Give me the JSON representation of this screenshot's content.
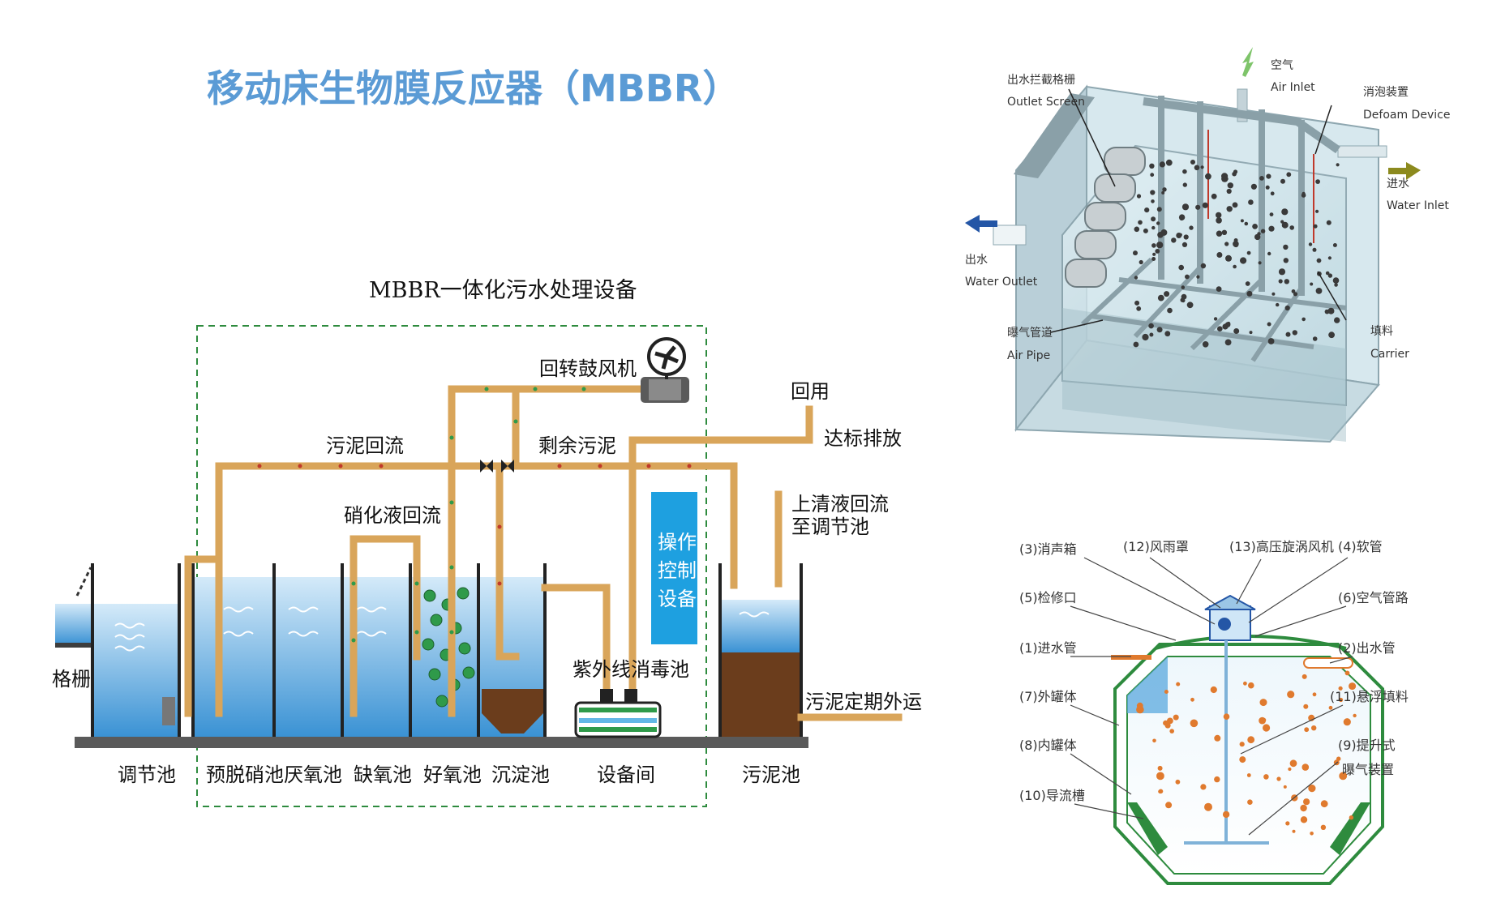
{
  "title": "移动床生物膜反应器（MBBR）",
  "process": {
    "subtitle": "MBBR一体化污水处理设备",
    "flow_labels": {
      "blower": "回转鼓风机",
      "reuse": "回用",
      "sludge_return": "污泥回流",
      "excess_sludge": "剩余污泥",
      "discharge": "达标排放",
      "nitrate_return": "硝化液回流",
      "supernatant_return_1": "上清液回流",
      "supernatant_return_2": "至调节池",
      "uv_tank": "紫外线消毒池",
      "sludge_transport": "污泥定期外运",
      "screen": "格栅"
    },
    "control_panel": [
      "操作",
      "控制",
      "设备"
    ],
    "tanks": [
      "调节池",
      "预脱硝池",
      "厌氧池",
      "缺氧池",
      "好氧池",
      "沉淀池",
      "设备间",
      "污泥池"
    ]
  },
  "reactor": {
    "labels": {
      "outlet_screen_cn": "出水拦截格栅",
      "outlet_screen_en": "Outlet Screen",
      "air_cn": "空气",
      "air_en": "Air Inlet",
      "defoam_cn": "消泡装置",
      "defoam_en": "Defoam Device",
      "inlet_cn": "进水",
      "inlet_en": "Water Inlet",
      "outlet_cn": "出水",
      "outlet_en": "Water Outlet",
      "airpipe_cn": "曝气管道",
      "airpipe_en": "Air Pipe",
      "carrier_cn": "填料",
      "carrier_en": "Carrier"
    }
  },
  "tank_section": {
    "labels": {
      "l3": "(3)消声箱",
      "l12": "(12)风雨罩",
      "l13": "(13)高压旋涡风机",
      "l4": "(4)软管",
      "l5": "(5)检修口",
      "l6": "(6)空气管路",
      "l1": "(1)进水管",
      "l2": "(2)出水管",
      "l7": "(7)外罐体",
      "l11": "(11)悬浮填料",
      "l8": "(8)内罐体",
      "l9a": "(9)提升式",
      "l9b": "曝气装置",
      "l10": "(10)导流槽"
    }
  },
  "colors": {
    "title": "#5b9bd5",
    "pipe": "#d9a55a",
    "water_top": "#cfe6f7",
    "water_bottom": "#3f97d6",
    "sludge": "#6b3d1c",
    "control_panel": "#1ea0e0",
    "dashed_frame": "#2e8b3e",
    "tank_green": "#2e8b3e",
    "carrier_dot": "#e07a2e"
  }
}
